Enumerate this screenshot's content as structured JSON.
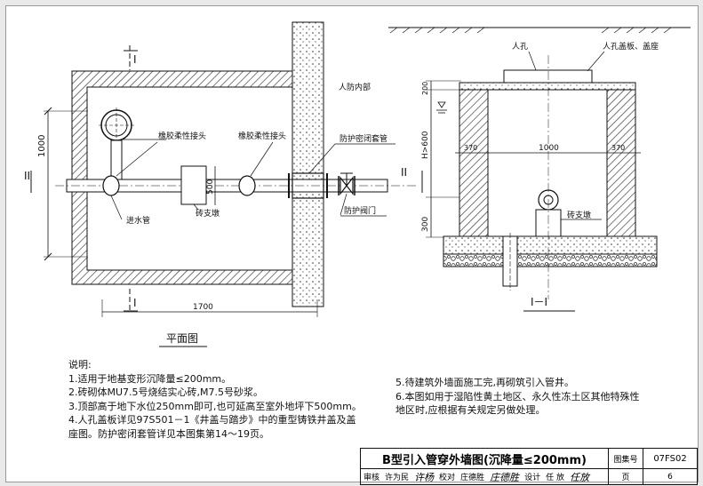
{
  "plan": {
    "section_mark": "I",
    "section_mark2": "II",
    "dim_1000": "1000",
    "dim_500": "500",
    "dim_1700": "1700",
    "label_rubber_joint_1": "橡胶柔性接头",
    "label_rubber_joint_2": "橡胶柔性接头",
    "label_inlet": "进水管",
    "label_brick_pier": "砖支墩",
    "label_interior": "人防内部",
    "label_sleeve": "防护密闭套管",
    "label_valve": "防护阀门",
    "caption": "平面图"
  },
  "section": {
    "label_manhole": "人孔",
    "label_cover": "人孔盖板、盖座",
    "dim_200": "200",
    "dim_h": "H>600",
    "dim_370a": "370",
    "dim_1000": "1000",
    "dim_370b": "370",
    "dim_300": "300",
    "label_brick_pier": "砖支墩",
    "caption": "I－I"
  },
  "notes": {
    "heading": "说明:",
    "left": [
      "1.适用于地基变形沉降量≤200mm。",
      "2.砖砌体MU7.5号烧结实心砖,M7.5号砂浆。",
      "3.顶部高于地下水位250mm即可,也可延高至室外地坪下500mm。",
      "4.人孔盖板详见97S501－1《井盖与踏步》中的重型铸铁井盖及盖",
      "   座图。防护密闭套管详见本图集第14～19页。"
    ],
    "right": [
      "5.待建筑外墙面施工完,再砌筑引入管井。",
      "6.本图如用于湿陷性黄土地区、永久性冻土区其他特殊性",
      "   地区时,应根据有关规定另做处理。"
    ]
  },
  "title_block": {
    "title": "B型引入管穿外墙图(沉降量≤200mm)",
    "atlas_label": "图集号",
    "atlas_value": "07FS02",
    "review_label": "审核",
    "reviewer": "许为民",
    "reviewer_sig": "许杨",
    "check_label": "校对",
    "checker": "庄德胜",
    "checker_sig": "庄德胜",
    "design_label": "设计",
    "designer": "任  放",
    "designer_sig": "任放",
    "page_label": "页",
    "page_value": "6"
  }
}
